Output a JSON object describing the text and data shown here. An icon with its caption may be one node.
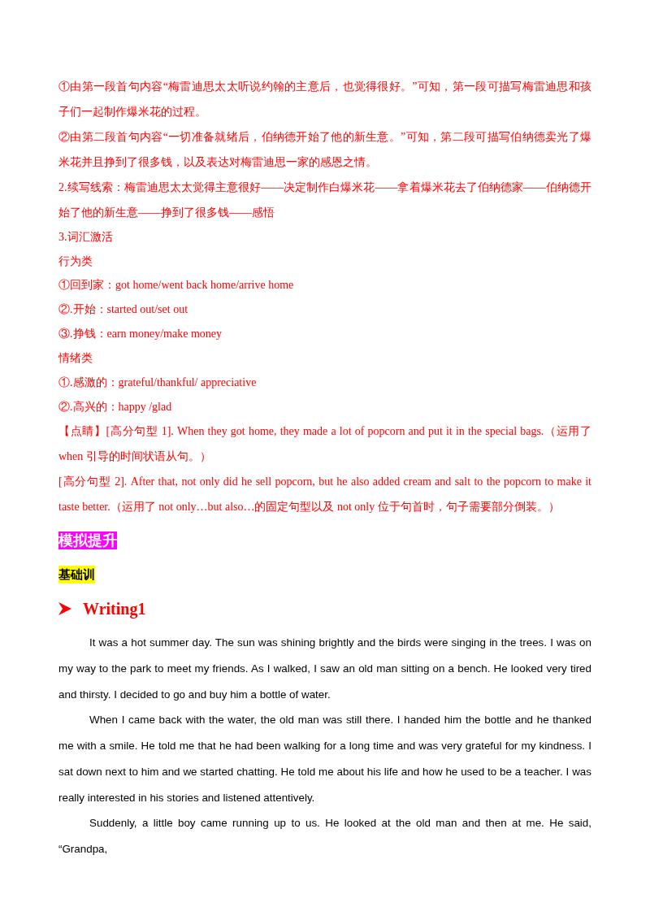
{
  "diagram": {
    "labels": [
      "①由第一段首句内容“梅雷迪思太太听说约翰的主意后，也觉得很好。”可知，第一段可描写梅雷迪思和孩子们一起制作爆米花的过程。",
      "②由第二段首句内容“一切准备就绪后，伯纳德开始了他的新生意。”可知，第二段可描写伯纳德卖光了爆米花并且挣到了很多钱，以及表达对梅雷迪思一家的感恩之情。",
      "2.续写线索：梅雷迪思太太觉得主意很好——决定制作白爆米花——拿着爆米花去了伯纳德家——伯纳德开始了他的新生意——挣到了很多钱——感悟",
      "3.词汇激活",
      "行为类",
      "①回到家：got home/went back home/arrive home",
      "②.开始：started out/set out",
      "③.挣钱：earn money/make money",
      "情绪类",
      "①.感激的：grateful/thankful/ appreciative",
      "②.高兴的：happy /glad",
      "【点睛】[高分句型 1]. When they got home, they made a lot of popcorn and put it in the special bags.（运用了when 引导的时间状语从句。）",
      "[高分句型 2]. After that, not only did he sell popcorn, but he also added cream and salt to the popcorn to make it taste better.（运用了 not only…but also…的固定句型以及 not only 位于句首时，句子需要部分倒装。）",
      "模拟提升",
      "基础训",
      "Writing1",
      "It was a hot summer day. The sun was shining brightly and the birds were singing in the trees. I was on my way to the park to meet my friends. As I walked, I saw an old man sitting on a bench. He looked very tired and thirsty. I decided to go and buy him a bottle of water.",
      "When I came back with the water, the old man was still there. I handed him the bottle and he thanked me with a smile. He told me that he had been walking for a long time and was very grateful for my kindness. I sat down next to him and we started chatting. He told me about his life and how he used to be a teacher. I was really interested in his stories and listened attentively.",
      "Suddenly, a little boy came running up to us. He looked at the old man and then at me. He said, “Grandpa,"
    ]
  }
}
